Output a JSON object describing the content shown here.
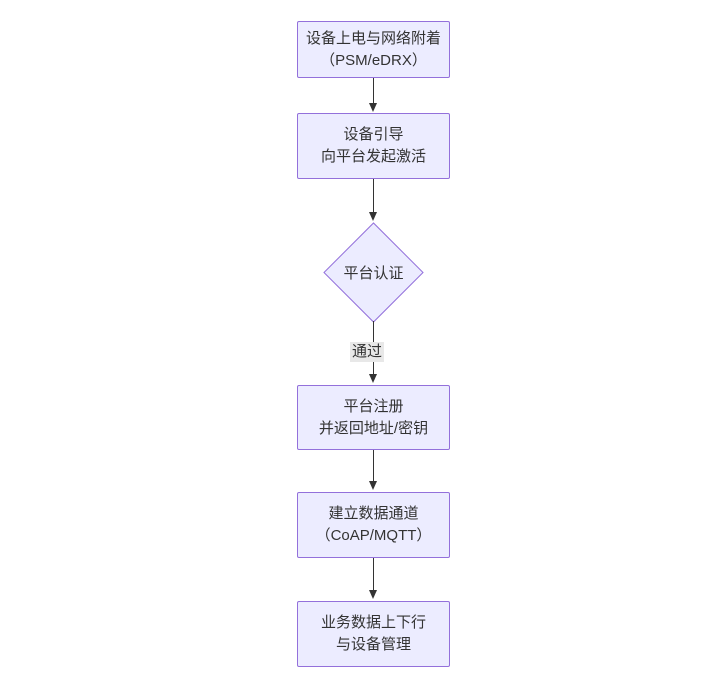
{
  "flowchart": {
    "colors": {
      "background": "#ffffff",
      "node_fill": "#ECECFF",
      "node_border": "#9370DB",
      "edge": "#333333",
      "text": "#333333",
      "edge_label_bg": "#e8e8e8"
    },
    "nodes": [
      {
        "id": "device-power-network-attach",
        "shape": "rect",
        "lines": [
          "设备上电与网络附着",
          "（PSM/eDRX）"
        ]
      },
      {
        "id": "device-bootstrap",
        "shape": "rect",
        "lines": [
          "设备引导",
          "向平台发起激活"
        ]
      },
      {
        "id": "platform-auth",
        "shape": "diamond",
        "lines": [
          "平台认证"
        ]
      },
      {
        "id": "platform-register",
        "shape": "rect",
        "lines": [
          "平台注册",
          "并返回地址/密钥"
        ]
      },
      {
        "id": "data-channel",
        "shape": "rect",
        "lines": [
          "建立数据通道",
          "（CoAP/MQTT）"
        ]
      },
      {
        "id": "business-data",
        "shape": "rect",
        "lines": [
          "业务数据上下行",
          "与设备管理"
        ]
      }
    ],
    "edges": [
      {
        "from": 0,
        "to": 1,
        "label": ""
      },
      {
        "from": 1,
        "to": 2,
        "label": ""
      },
      {
        "from": 2,
        "to": 3,
        "label": "通过"
      },
      {
        "from": 3,
        "to": 4,
        "label": ""
      },
      {
        "from": 4,
        "to": 5,
        "label": ""
      }
    ]
  }
}
